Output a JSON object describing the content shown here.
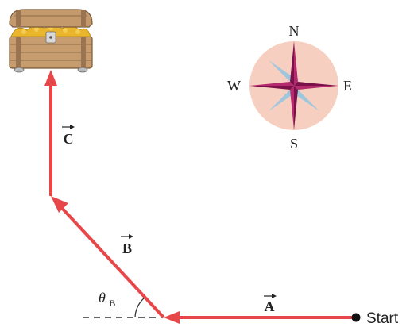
{
  "compass": {
    "north": "N",
    "east": "E",
    "south": "S",
    "west": "W"
  },
  "vectors": {
    "a": {
      "label": "A"
    },
    "b": {
      "label": "B"
    },
    "c": {
      "label": "C"
    }
  },
  "angle": {
    "symbol": "θ",
    "subscript": "B"
  },
  "start": {
    "label": "Start"
  },
  "colors": {
    "vector": "#e8474a",
    "compass_disc": "#f6cfc1",
    "compass_star": "#a2195f",
    "compass_diagonal": "#6fa5c4",
    "chest_wood": "#c49a6c",
    "gold": "#e9b52c",
    "start_dot": "#111111"
  },
  "icons": {
    "treasure": "treasure-chest-icon",
    "compass": "compass-rose-icon",
    "start": "start-dot-icon"
  }
}
